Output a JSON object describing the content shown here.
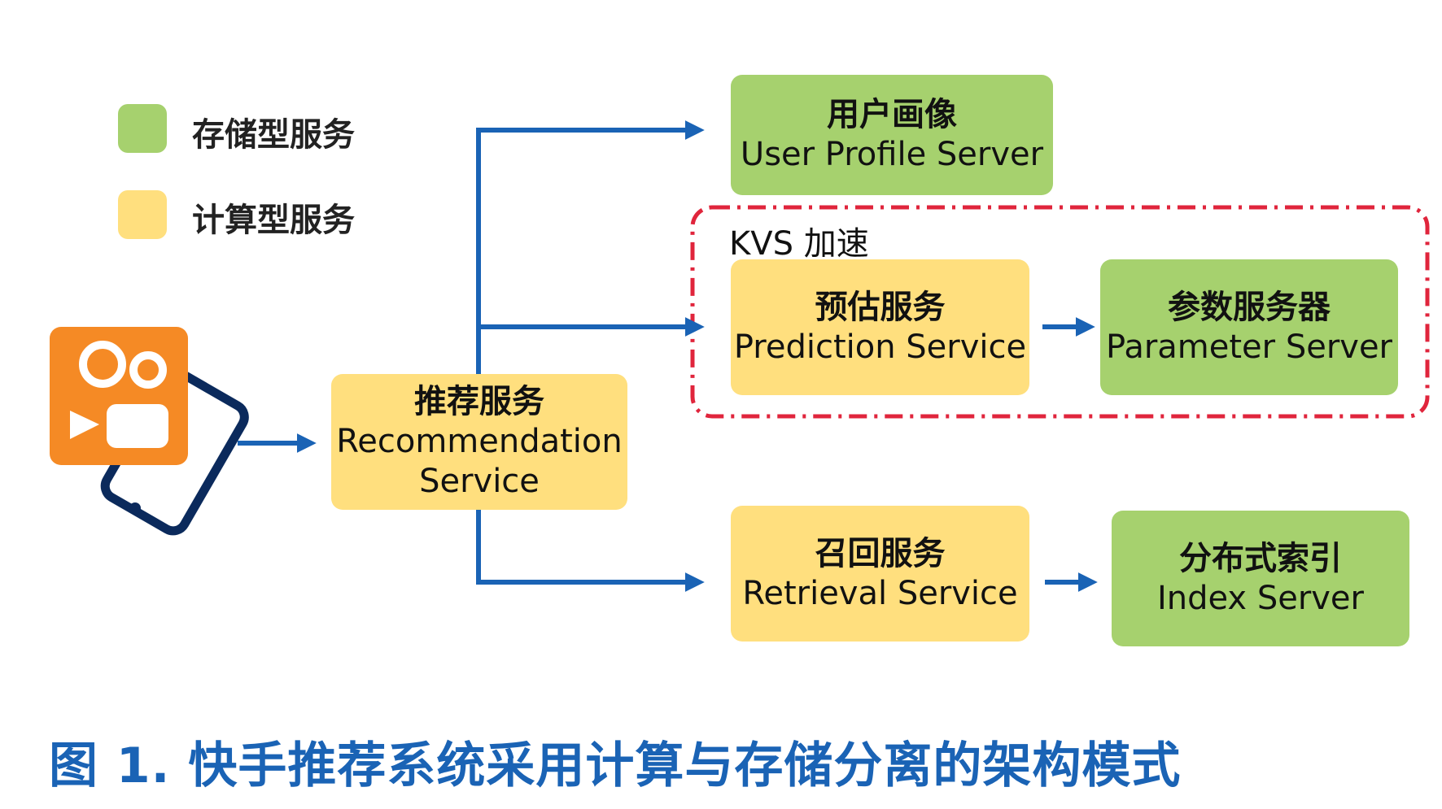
{
  "colors": {
    "storage": "#a6d16e",
    "compute": "#ffdf7e",
    "arrow": "#1a63b5",
    "dashed_border": "#e0253c",
    "caption": "#1a63b5",
    "app_icon": "#f58a25",
    "phone": "#0b2a5c"
  },
  "legend": {
    "storage_label": "存储型服务",
    "compute_label": "计算型服务"
  },
  "app_icon": "kuaishou-app-icon",
  "phone_icon": "smartphone-icon",
  "nodes": {
    "recommendation": {
      "zh": "推荐服务",
      "en_line1": "Recommendation",
      "en_line2": "Service"
    },
    "user_profile": {
      "zh": "用户画像",
      "en": "User Profile Server"
    },
    "prediction": {
      "zh": "预估服务",
      "en": "Prediction Service"
    },
    "parameter": {
      "zh": "参数服务器",
      "en": "Parameter Server"
    },
    "retrieval": {
      "zh": "召回服务",
      "en": "Retrieval Service"
    },
    "index": {
      "zh": "分布式索引",
      "en": "Index Server"
    }
  },
  "group": {
    "label": "KVS 加速"
  },
  "caption": "图 1. 快手推荐系统采用计算与存储分离的架构模式"
}
